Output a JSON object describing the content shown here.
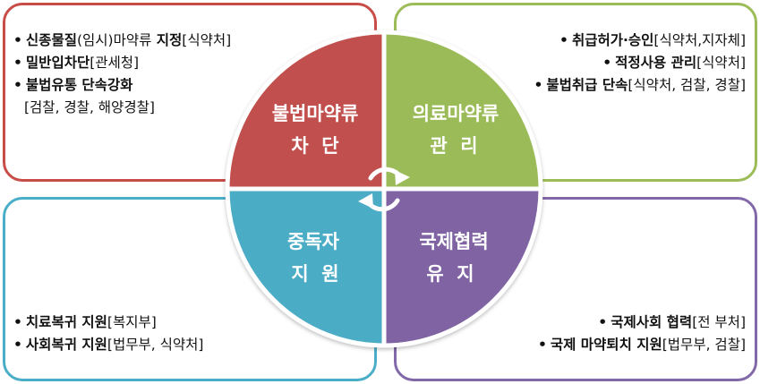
{
  "quadrants": {
    "top_left": {
      "title_line1": "불법마약류",
      "title_line2": "차  단",
      "items": [
        {
          "bold": "신종물질",
          "normal": "(임시)마약류",
          "bold2": " 지정",
          "tail": "[식약처]"
        },
        {
          "bold": "밀반입차단",
          "tail": "[관세청]"
        },
        {
          "bold": "불법유통 단속강화",
          "sub": "[검찰, 경찰, 해양경찰]"
        }
      ]
    },
    "top_right": {
      "title_line1": "의료마약류",
      "title_line2": "관  리",
      "items": [
        {
          "bold": "취급허가·승인",
          "tail": "[식약처,지자체]"
        },
        {
          "bold": "적정사용 관리",
          "tail": "[식약처]"
        },
        {
          "bold": "불법취급 단속",
          "tail": "[식약처, 검찰, 경찰]"
        }
      ]
    },
    "bottom_left": {
      "title_line1": "중독자",
      "title_line2": "지  원",
      "items": [
        {
          "bold": "치료복귀 지원",
          "tail": "[복지부]"
        },
        {
          "bold": "사회복귀 지원",
          "tail": "[법무부, 식약처]"
        }
      ]
    },
    "bottom_right": {
      "title_line1": "국제협력",
      "title_line2": "유  지",
      "items": [
        {
          "bold": "국제사회  협력",
          "tail": "[전 부처]"
        },
        {
          "bold": "국제 마약퇴치 지원",
          "tail": "[법무부, 검찰]"
        }
      ]
    }
  },
  "colors": {
    "red": "#c0504d",
    "green": "#9bbb59",
    "blue": "#4bacc6",
    "purple": "#8064a2"
  },
  "center_icon": "cycle-arrows-icon"
}
